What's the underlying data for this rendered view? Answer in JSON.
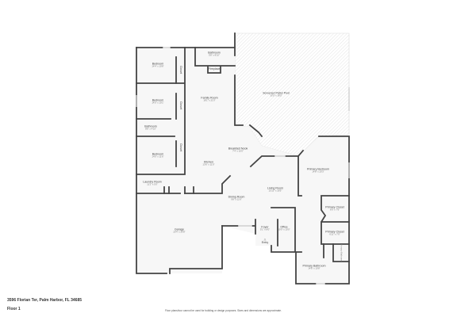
{
  "rooms": {
    "bedroom_1": {
      "name": "Bedroom",
      "dims": "14'4\" x 10'8\""
    },
    "bathroom_top": {
      "name": "Bathroom",
      "dims": "5'8\" x 8'10\""
    },
    "fireplace": {
      "name": "Fireplace"
    },
    "closet_1": {
      "name": "Closet"
    },
    "closet_2": {
      "name": "Closet"
    },
    "closet_3": {
      "name": "Closet"
    },
    "bedroom_2": {
      "name": "Bedroom",
      "dims": "14'0\" x 10'1\""
    },
    "family_room": {
      "name": "Family Room",
      "dims": "18'1\" x 21'0\""
    },
    "bathroom": {
      "name": "Bathroom",
      "dims": "8'8\" x 4'10\""
    },
    "bedroom_3": {
      "name": "Bedroom",
      "dims": "14'0\" x 11'6\""
    },
    "kitchen": {
      "name": "Kitchen",
      "dims": "13'6\" x 11'0\""
    },
    "breakfast_nook": {
      "name": "Breakfast Nook",
      "dims": "7'4\" x 10'0\""
    },
    "screened_patio": {
      "name": "Screened Patio/ Pool",
      "dims": "33'0\" x 38'5\""
    },
    "primary_bedroom": {
      "name": "Primary Bedroom",
      "dims": "14'8\" x 20'3\""
    },
    "living_room": {
      "name": "Living Room",
      "dims": "15'11\" x 18'5\""
    },
    "dining_room": {
      "name": "Dining Room",
      "dims": "9'8\" x 11'6\""
    },
    "laundry_room": {
      "name": "Laundry Room",
      "dims": "11'2\" x 5'0\""
    },
    "garage": {
      "name": "Garage",
      "dims": "20'4\" x 23'8\""
    },
    "foyer": {
      "name": "Foyer",
      "dims": "5'1\" x 8'0\""
    },
    "entry": {
      "name": "Entry"
    },
    "office": {
      "name": "Office",
      "dims": "10'0\" x 10'0\""
    },
    "primary_closet_1": {
      "name": "Primary Closet",
      "dims": "6'6\" x 7'6\""
    },
    "primary_closet_2": {
      "name": "Primary Closet",
      "dims": "6'11\" x 7'0\""
    },
    "primary_bathroom": {
      "name": "Primary Bathroom",
      "dims": "14'8\" x 10'8\""
    },
    "primary_bathroom_wc": {
      "name": "Primary Bathroom"
    }
  },
  "footer": {
    "address": "3596 Florian Ter, Palm Harbor, FL 34685",
    "floor": "Floor 1",
    "disclaimer": "Floor plans/tour cannot be used for building or design purposes. Sizes and dimensions are approximate."
  },
  "colors": {
    "wall": "#444444",
    "floor_fill": "#f7f7f7",
    "patio_hatch": "#e4e4e4",
    "window": "#cfcfcf"
  }
}
